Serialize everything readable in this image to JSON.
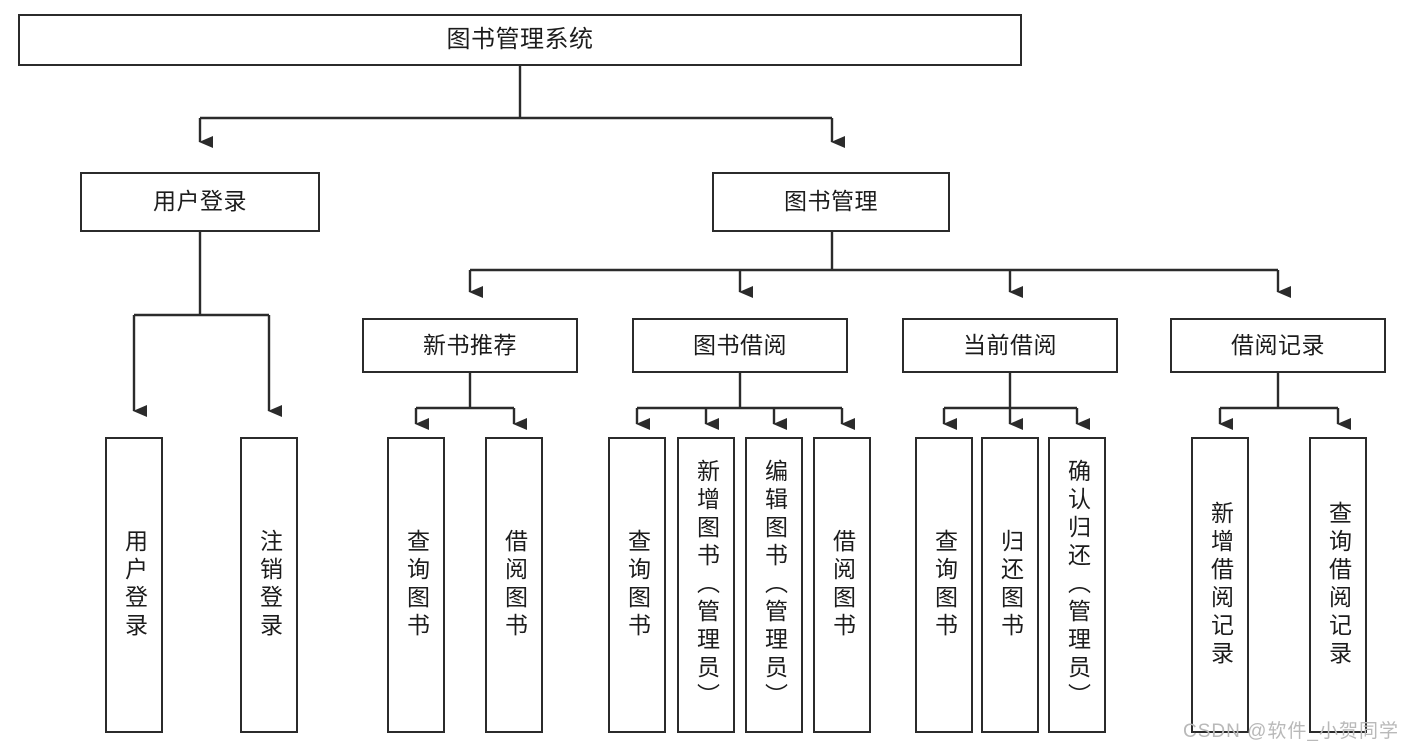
{
  "diagram": {
    "type": "tree-hierarchy",
    "title": "图书管理系统",
    "watermark": "CSDN @软件_小贺同学",
    "colors": {
      "stroke": "#2b2b2b",
      "fill": "#ffffff",
      "text": "#1c1c1c",
      "watermark": "#b9b9b9"
    },
    "levels": {
      "root": {
        "label": "图书管理系统"
      },
      "level2": [
        {
          "label": "用户登录"
        },
        {
          "label": "图书管理"
        }
      ],
      "level3": [
        {
          "label": "新书推荐"
        },
        {
          "label": "图书借阅"
        },
        {
          "label": "当前借阅"
        },
        {
          "label": "借阅记录"
        }
      ],
      "leaves": {
        "user_login": [
          {
            "label": "用户登录"
          },
          {
            "label": "注销登录"
          }
        ],
        "new_book_recommend": [
          {
            "label": "查询图书"
          },
          {
            "label": "借阅图书"
          }
        ],
        "book_borrow": [
          {
            "label": "查询图书"
          },
          {
            "label": "新增图书（管理员）"
          },
          {
            "label": "编辑图书（管理员）"
          },
          {
            "label": "借阅图书"
          }
        ],
        "current_borrow": [
          {
            "label": "查询图书"
          },
          {
            "label": "归还图书"
          },
          {
            "label": "确认归还（管理员）"
          }
        ],
        "borrow_record": [
          {
            "label": "新增借阅记录"
          },
          {
            "label": "查询借阅记录"
          }
        ]
      }
    }
  }
}
